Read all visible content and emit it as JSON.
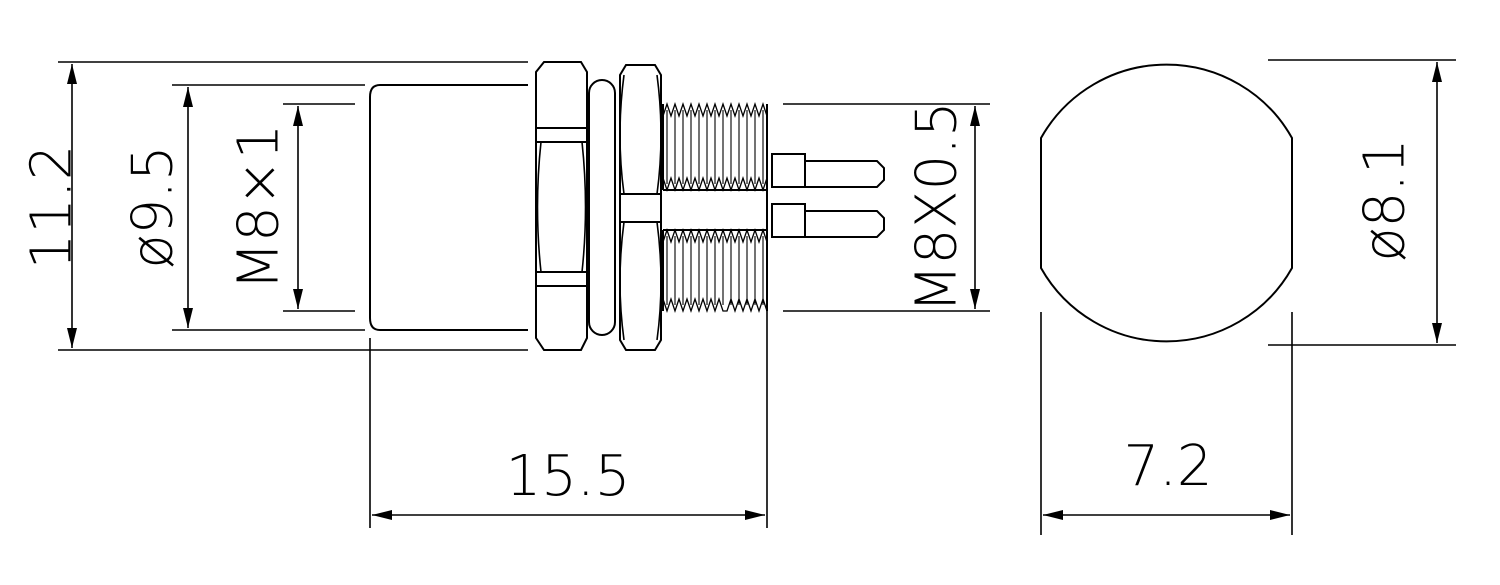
{
  "drawing": {
    "dims": {
      "overall_height": "11.2",
      "body_diameter": "ø9.5",
      "front_thread": "M8×1",
      "rear_thread": "M8X0.5",
      "length": "15.5",
      "flat_width": "7.2",
      "end_diameter": "ø8.1"
    }
  }
}
